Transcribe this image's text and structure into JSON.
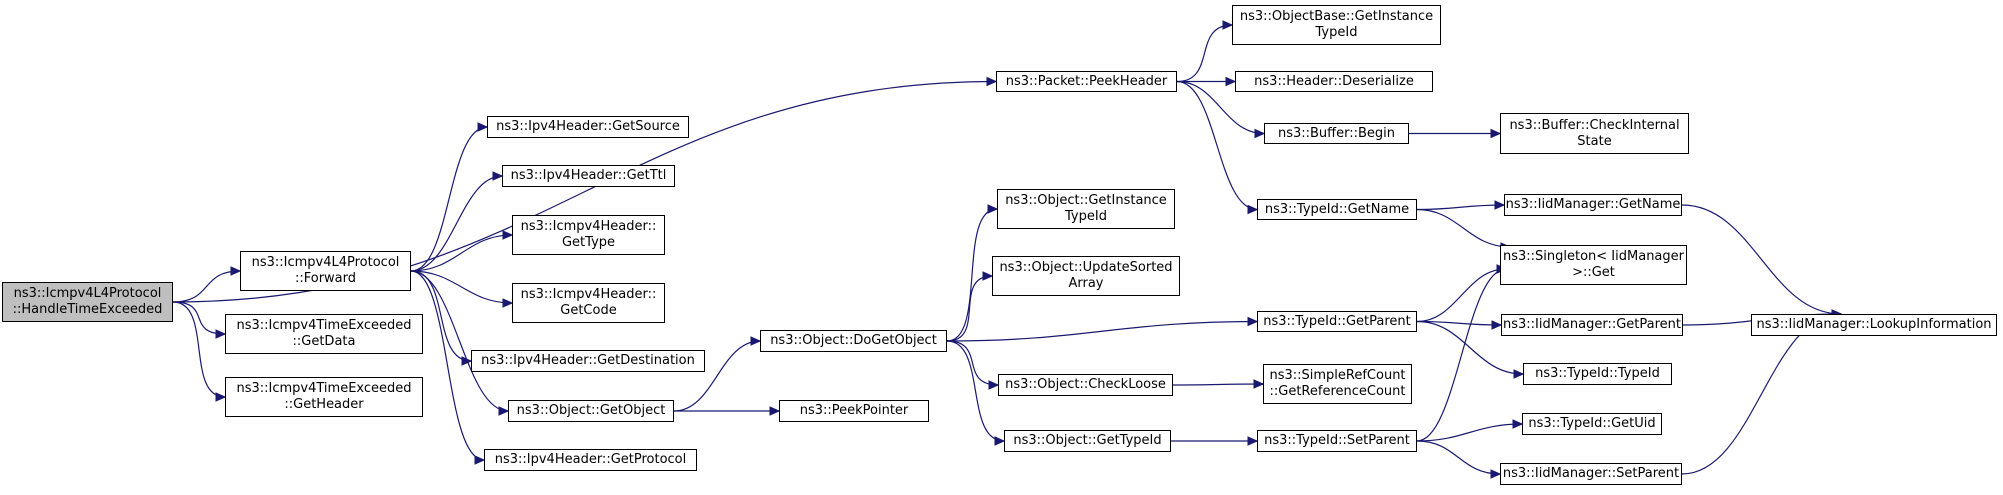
{
  "graph": {
    "nodes": [
      {
        "id": "root",
        "label": "ns3::Icmpv4L4Protocol\n::HandleTimeExceeded",
        "root": true
      },
      {
        "id": "forward",
        "label": "ns3::Icmpv4L4Protocol\n::Forward"
      },
      {
        "id": "getdata",
        "label": "ns3::Icmpv4TimeExceeded\n::GetData"
      },
      {
        "id": "getheader",
        "label": "ns3::Icmpv4TimeExceeded\n::GetHeader"
      },
      {
        "id": "peekheader",
        "label": "ns3::Packet::PeekHeader"
      },
      {
        "id": "getsource",
        "label": "ns3::Ipv4Header::GetSource"
      },
      {
        "id": "getttl",
        "label": "ns3::Ipv4Header::GetTtl"
      },
      {
        "id": "gettype",
        "label": "ns3::Icmpv4Header::\nGetType"
      },
      {
        "id": "getcode",
        "label": "ns3::Icmpv4Header::\nGetCode"
      },
      {
        "id": "getdest",
        "label": "ns3::Ipv4Header::GetDestination"
      },
      {
        "id": "getobject",
        "label": "ns3::Object::GetObject"
      },
      {
        "id": "getprotocol",
        "label": "ns3::Ipv4Header::GetProtocol"
      },
      {
        "id": "dogetobject",
        "label": "ns3::Object::DoGetObject"
      },
      {
        "id": "peekpointer",
        "label": "ns3::PeekPointer"
      },
      {
        "id": "obj_getinstance",
        "label": "ns3::Object::GetInstance\nTypeId"
      },
      {
        "id": "updatesorted",
        "label": "ns3::Object::UpdateSorted\nArray"
      },
      {
        "id": "checkloose",
        "label": "ns3::Object::CheckLoose"
      },
      {
        "id": "obj_gettypeid",
        "label": "ns3::Object::GetTypeId"
      },
      {
        "id": "objbase_getinstance",
        "label": "ns3::ObjectBase::GetInstance\nTypeId"
      },
      {
        "id": "deserialize",
        "label": "ns3::Header::Deserialize"
      },
      {
        "id": "bufbegin",
        "label": "ns3::Buffer::Begin"
      },
      {
        "id": "tid_getname",
        "label": "ns3::TypeId::GetName"
      },
      {
        "id": "tid_getparent",
        "label": "ns3::TypeId::GetParent"
      },
      {
        "id": "simplerefcount",
        "label": "ns3::SimpleRefCount\n::GetReferenceCount"
      },
      {
        "id": "tid_setparent",
        "label": "ns3::TypeId::SetParent"
      },
      {
        "id": "bufcheck",
        "label": "ns3::Buffer::CheckInternal\nState"
      },
      {
        "id": "iid_getname",
        "label": "ns3::IidManager::GetName"
      },
      {
        "id": "singleton",
        "label": "ns3::Singleton< IidManager\n>::Get"
      },
      {
        "id": "iid_getparent",
        "label": "ns3::IidManager::GetParent"
      },
      {
        "id": "tid_typeid",
        "label": "ns3::TypeId::TypeId"
      },
      {
        "id": "tid_getuid",
        "label": "ns3::TypeId::GetUid"
      },
      {
        "id": "iid_setparent",
        "label": "ns3::IidManager::SetParent"
      },
      {
        "id": "iid_lookup",
        "label": "ns3::IidManager::LookupInformation"
      }
    ],
    "edges": [
      [
        "root",
        "forward"
      ],
      [
        "root",
        "getdata"
      ],
      [
        "root",
        "getheader"
      ],
      [
        "root",
        "peekheader"
      ],
      [
        "forward",
        "getsource"
      ],
      [
        "forward",
        "getttl"
      ],
      [
        "forward",
        "gettype"
      ],
      [
        "forward",
        "getcode"
      ],
      [
        "forward",
        "getdest"
      ],
      [
        "forward",
        "getobject"
      ],
      [
        "forward",
        "getprotocol"
      ],
      [
        "getobject",
        "dogetobject"
      ],
      [
        "getobject",
        "peekpointer"
      ],
      [
        "dogetobject",
        "obj_getinstance"
      ],
      [
        "dogetobject",
        "updatesorted"
      ],
      [
        "dogetobject",
        "tid_getparent"
      ],
      [
        "dogetobject",
        "checkloose"
      ],
      [
        "dogetobject",
        "obj_gettypeid"
      ],
      [
        "peekheader",
        "objbase_getinstance"
      ],
      [
        "peekheader",
        "deserialize"
      ],
      [
        "peekheader",
        "bufbegin"
      ],
      [
        "peekheader",
        "tid_getname"
      ],
      [
        "bufbegin",
        "bufcheck"
      ],
      [
        "tid_getname",
        "iid_getname"
      ],
      [
        "tid_getname",
        "singleton"
      ],
      [
        "tid_getparent",
        "singleton"
      ],
      [
        "tid_getparent",
        "iid_getparent"
      ],
      [
        "tid_getparent",
        "tid_typeid"
      ],
      [
        "checkloose",
        "simplerefcount"
      ],
      [
        "obj_gettypeid",
        "tid_setparent"
      ],
      [
        "tid_setparent",
        "singleton"
      ],
      [
        "tid_setparent",
        "tid_getuid"
      ],
      [
        "tid_setparent",
        "iid_setparent"
      ],
      [
        "iid_getname",
        "iid_lookup"
      ],
      [
        "iid_getparent",
        "iid_lookup"
      ],
      [
        "iid_setparent",
        "iid_lookup"
      ]
    ]
  }
}
